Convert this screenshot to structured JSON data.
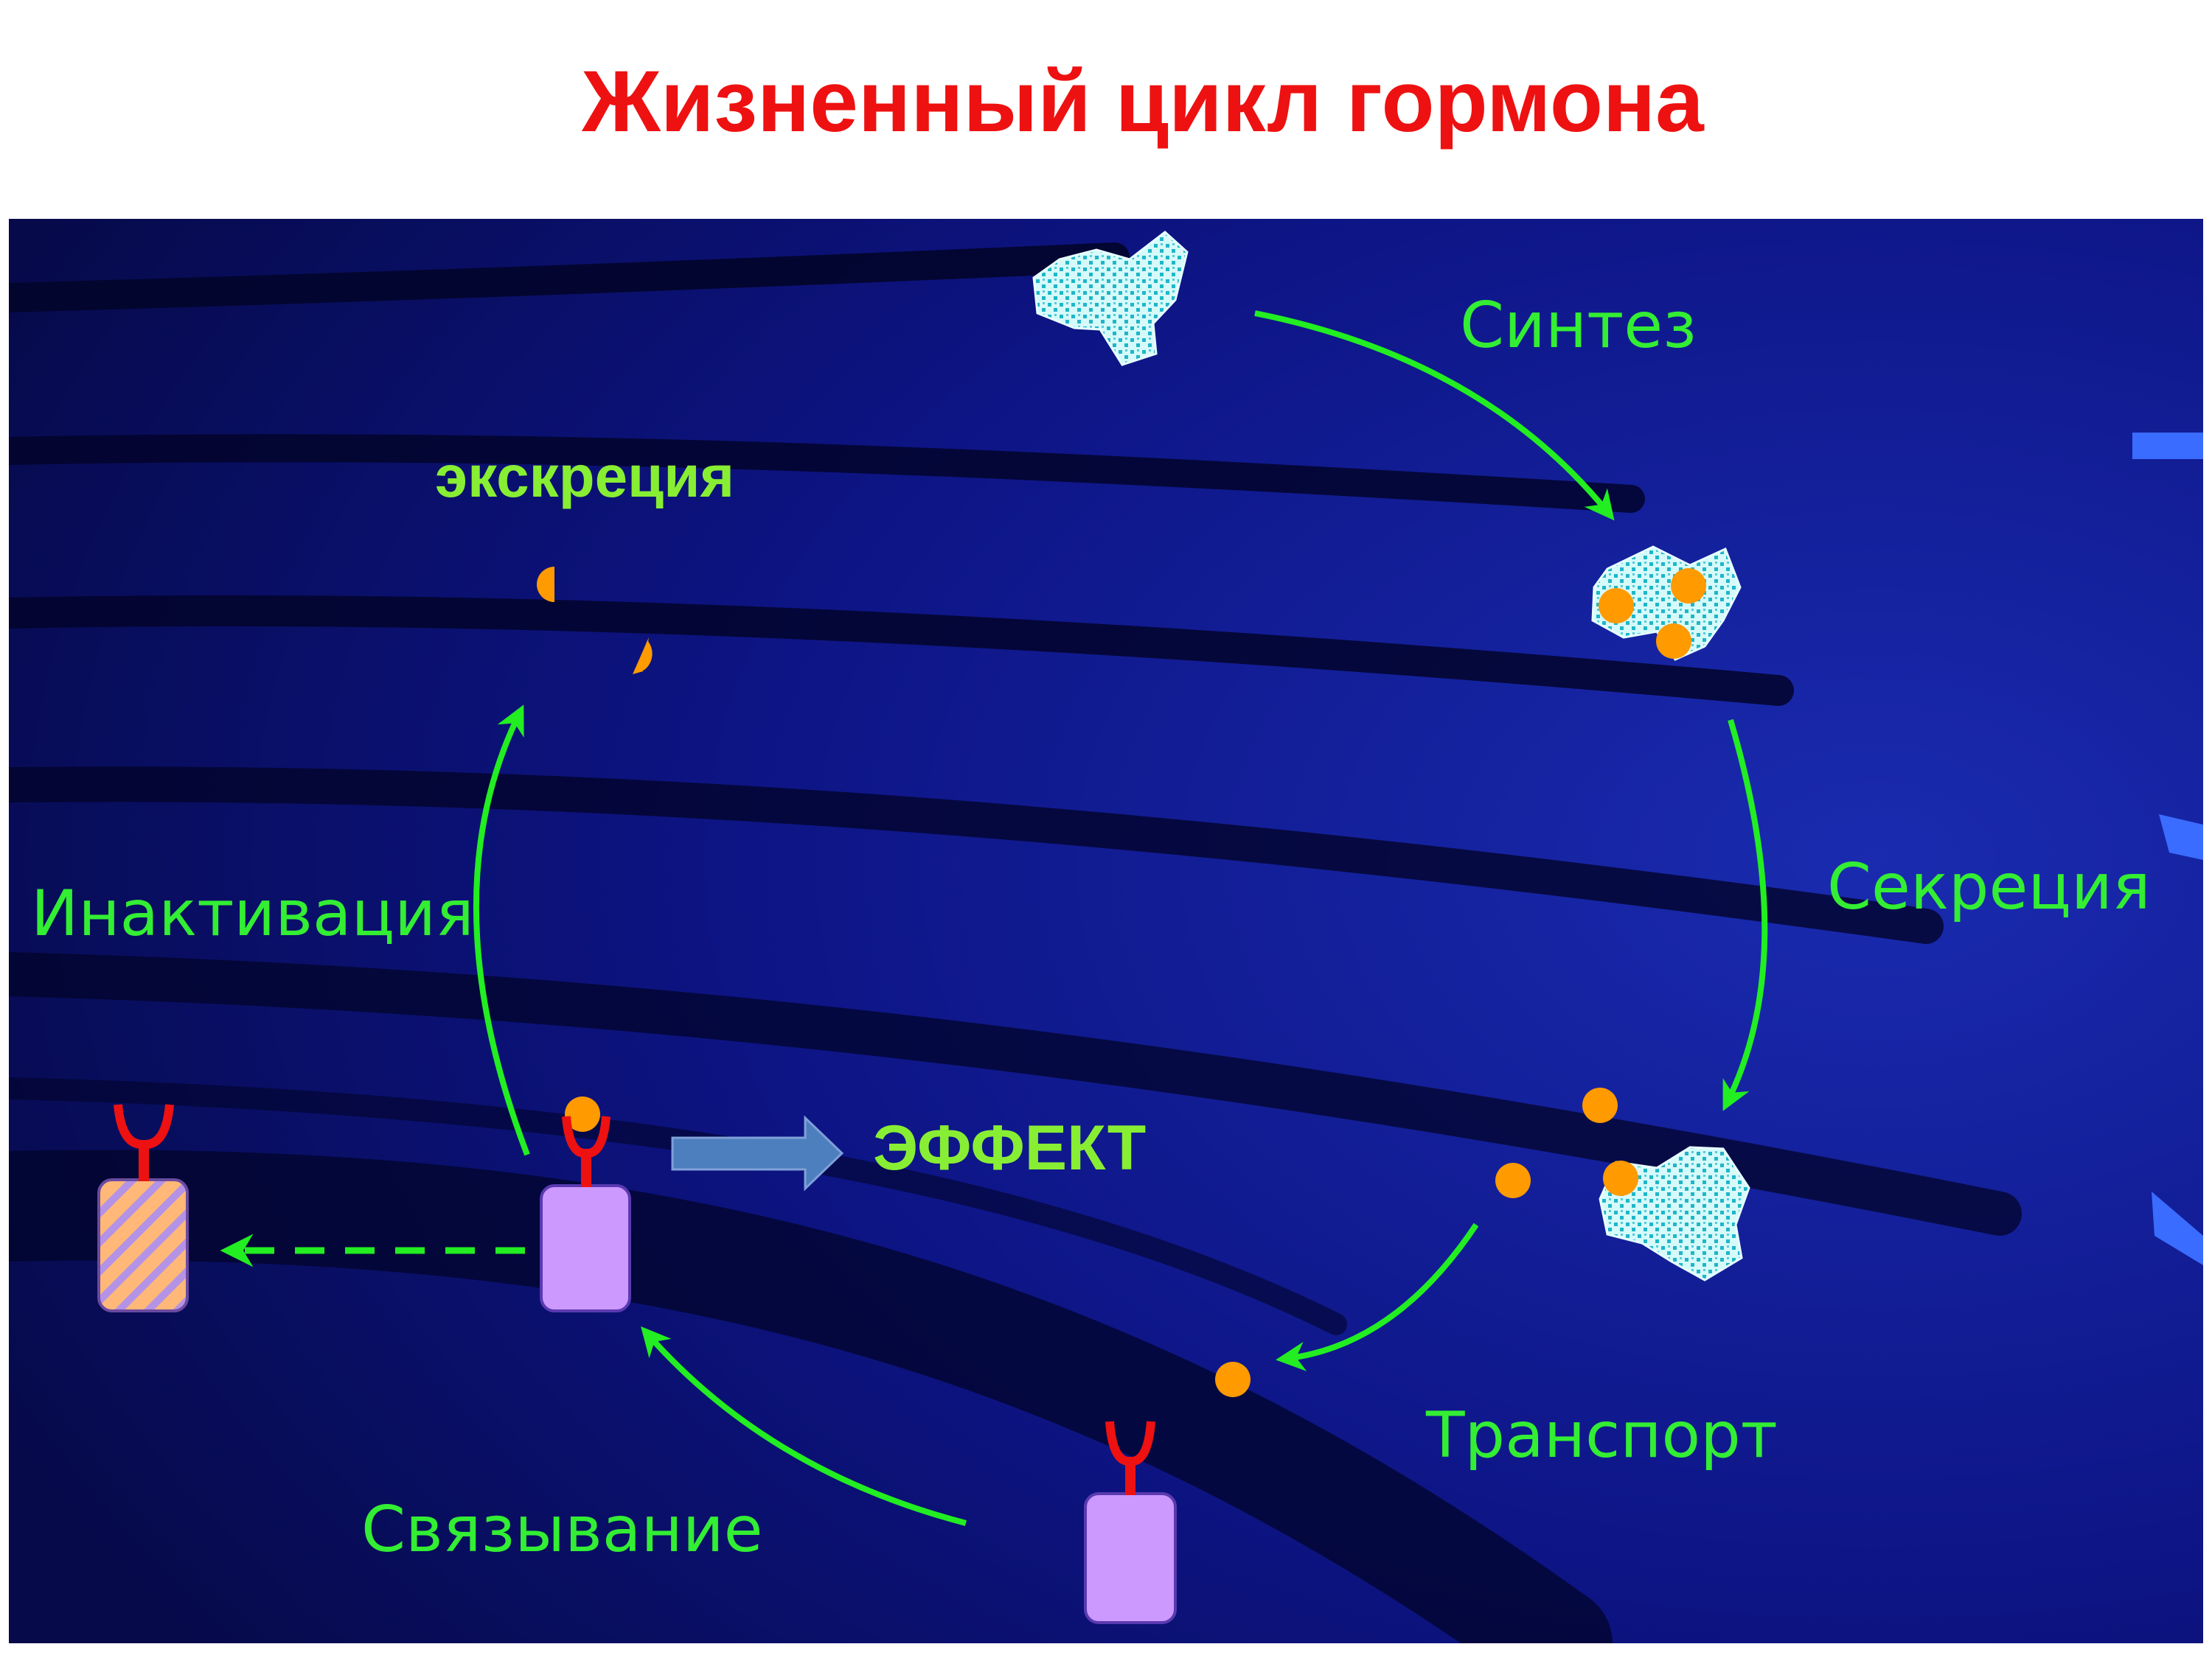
{
  "title": "Жизненный цикл гормона",
  "labels": {
    "synthesis": "Синтез",
    "secretion": "Секреция",
    "transport": "Транспорт",
    "binding": "Связывание",
    "inactivation": "Инактивация",
    "excretion": "экскреция",
    "effect": "ЭФФЕКТ"
  },
  "colors": {
    "title": "#ee1111",
    "background": "#0a0e6e",
    "arrow": "#22ee22",
    "label": "#33ee33",
    "label_bold": "#88ee33",
    "hormone": "#ff9a00",
    "cell": "#bff3f3",
    "cell_dots": "#22bbcc",
    "receptor_body": "#cc99ff",
    "receptor_arm": "#ee1111",
    "inactive_receptor": "#ffb877",
    "effect_arrow": "#4d7fbf"
  }
}
